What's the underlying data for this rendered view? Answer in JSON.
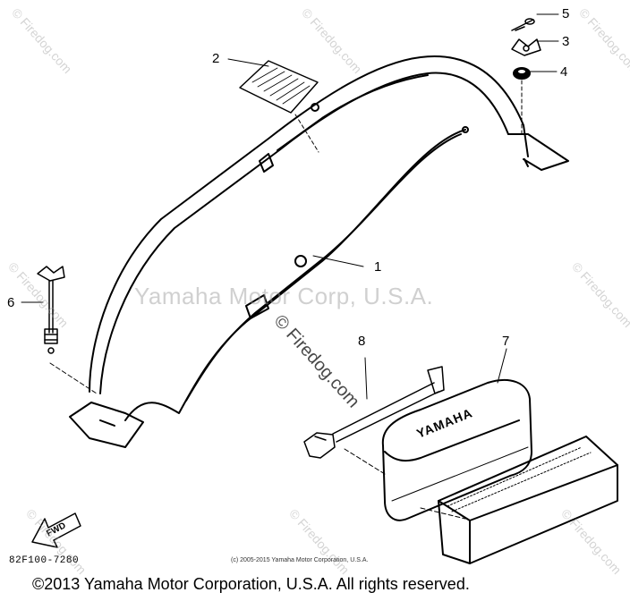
{
  "callouts": [
    {
      "id": "1",
      "text": "1"
    },
    {
      "id": "2",
      "text": "2"
    },
    {
      "id": "3",
      "text": "3"
    },
    {
      "id": "4",
      "text": "4"
    },
    {
      "id": "5",
      "text": "5"
    },
    {
      "id": "6",
      "text": "6"
    },
    {
      "id": "7",
      "text": "7"
    },
    {
      "id": "8",
      "text": "8"
    }
  ],
  "watermarks": {
    "center": "Yamaha Motor Corp, U.S.A.",
    "diagonal": "© Firedog.com",
    "tile": "© Firedog.com"
  },
  "fwd_label": "FWD",
  "box_label": "YAMAHA",
  "part_code": "82F100-7280",
  "small_copyright": "(c) 2005-2015 Yamaha Motor Corporation, U.S.A.",
  "copyright": "©2013 Yamaha Motor Corporation, U.S.A. All rights reserved."
}
